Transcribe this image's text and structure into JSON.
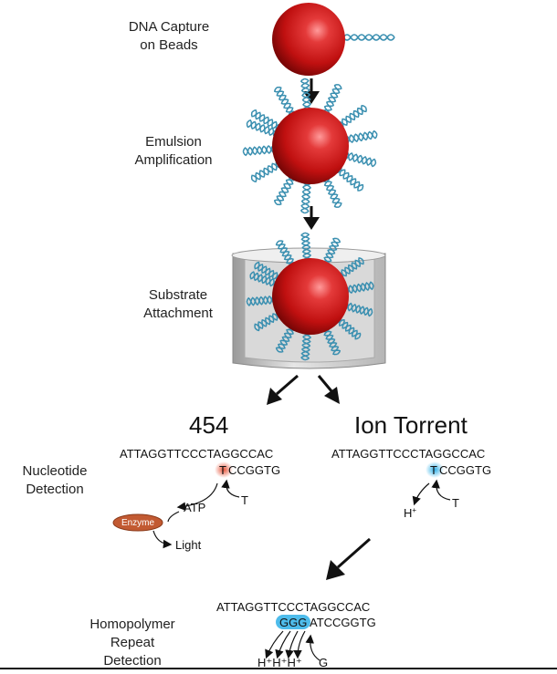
{
  "steps": {
    "capture": [
      "DNA Capture",
      "on Beads"
    ],
    "emulsion": [
      "Emulsion",
      "Amplification"
    ],
    "substrate": [
      "Substrate",
      "Attachment"
    ]
  },
  "platforms": {
    "left": "454",
    "right": "Ion Torrent"
  },
  "nucleotide_detection": [
    "Nucleotide",
    "Detection"
  ],
  "homopolymer_detection": [
    "Homopolymer",
    "Repeat",
    "Detection"
  ],
  "seq454": {
    "top": "ATTAGGTTCCCTAGGCCAC",
    "highlight": "T",
    "rest": "CCGGTG",
    "incoming": "T",
    "product": "ATP",
    "enzyme": "Enzyme",
    "light": "Light"
  },
  "seqIon": {
    "top": "ATTAGGTTCCCTAGGCCAC",
    "highlight": "T",
    "rest": "CCGGTG",
    "incoming": "T",
    "product": "H",
    "product_sup": "+"
  },
  "seqHomo": {
    "top": "ATTAGGTTCCCTAGGCCAC",
    "highlight": "GGG",
    "rest": "ATCCGGTG",
    "incoming": "G",
    "products": "H⁺H⁺H⁺"
  },
  "colors": {
    "bead": "#c41414",
    "dna": "#3a8fb0",
    "well": "#c8c8c8",
    "highlight454": "#e8553a",
    "highlightIon": "#2fb0e8",
    "enzyme": "#c25a32"
  }
}
